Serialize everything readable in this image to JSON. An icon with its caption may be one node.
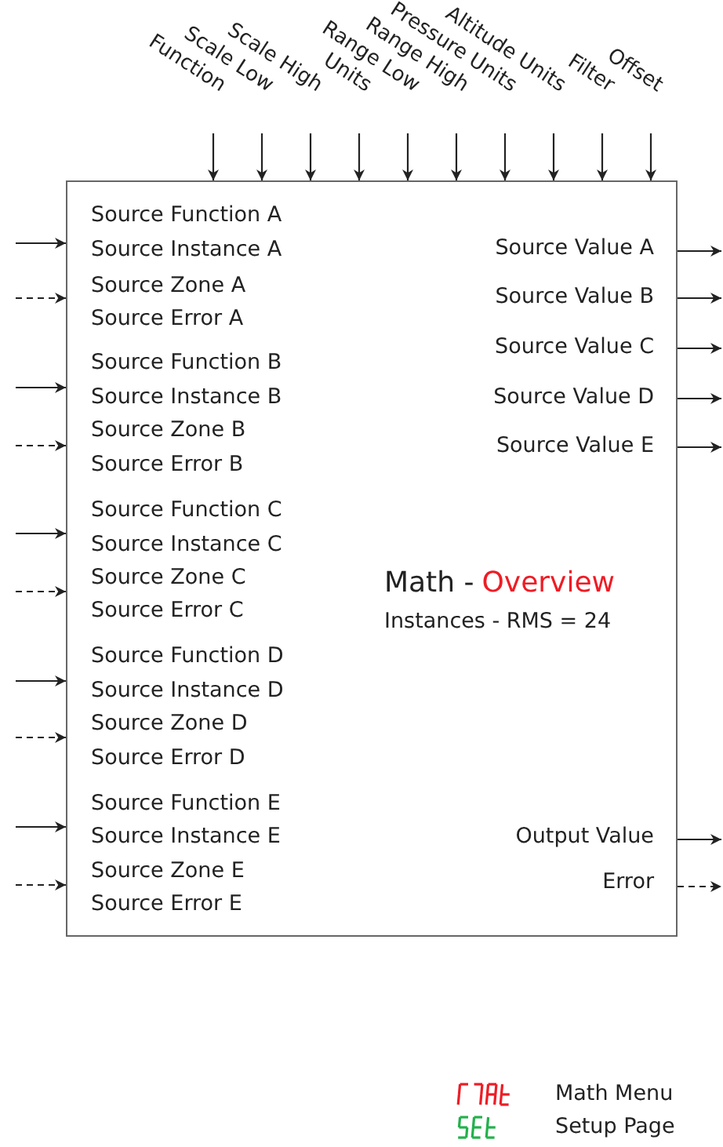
{
  "diagram": {
    "nodes": [
      {
        "text": [
          "Math -",
          "Overview",
          "Instances - RMS = 24"
        ]
      },
      {
        "text": [
          "Function"
        ]
      },
      {
        "text": [
          "Scale Low"
        ]
      },
      {
        "text": [
          "Scale High"
        ]
      },
      {
        "text": [
          "Units"
        ]
      },
      {
        "text": [
          "Range Low"
        ]
      },
      {
        "text": [
          "Range High"
        ]
      },
      {
        "text": [
          "Pressure Units"
        ]
      },
      {
        "text": [
          "Altitude Units"
        ]
      },
      {
        "text": [
          "Filter"
        ]
      },
      {
        "text": [
          "Offset"
        ]
      }
    ],
    "edges": [
      {
        "from": 1,
        "to": 0,
        "arrow": "to"
      },
      {
        "from": 2,
        "to": 0,
        "arrow": "to"
      },
      {
        "from": 3,
        "to": 0,
        "arrow": "to"
      },
      {
        "from": 4,
        "to": 0,
        "arrow": "to"
      },
      {
        "from": 5,
        "to": 0,
        "arrow": "to"
      },
      {
        "from": 6,
        "to": 0,
        "arrow": "to"
      },
      {
        "from": 7,
        "to": 0,
        "arrow": "to"
      },
      {
        "from": 8,
        "to": 0,
        "arrow": "to"
      },
      {
        "from": 9,
        "to": 0,
        "arrow": "to"
      },
      {
        "from": 10,
        "to": 0,
        "arrow": "to"
      },
      {
        "from": null,
        "to": 0,
        "arrow": "to"
      },
      {
        "from": null,
        "to": 0,
        "arrow": "to",
        "style": "dashed"
      },
      {
        "from": null,
        "to": 0,
        "arrow": "to"
      },
      {
        "from": null,
        "to": 0,
        "arrow": "to",
        "style": "dashed"
      },
      {
        "from": null,
        "to": 0,
        "arrow": "to"
      },
      {
        "from": null,
        "to": 0,
        "arrow": "to",
        "style": "dashed"
      },
      {
        "from": null,
        "to": 0,
        "arrow": "to"
      },
      {
        "from": null,
        "to": 0,
        "arrow": "to",
        "style": "dashed"
      },
      {
        "from": null,
        "to": 0,
        "arrow": "to"
      },
      {
        "from": null,
        "to": 0,
        "arrow": "to",
        "style": "dashed"
      },
      {
        "from": 0,
        "to": null,
        "arrow": "to"
      },
      {
        "from": 0,
        "to": null,
        "arrow": "to"
      },
      {
        "from": 0,
        "to": null,
        "arrow": "to"
      },
      {
        "from": 0,
        "to": null,
        "arrow": "to"
      },
      {
        "from": 0,
        "to": null,
        "arrow": "to"
      },
      {
        "from": 0,
        "to": null,
        "arrow": "to"
      },
      {
        "from": 0,
        "to": null,
        "arrow": "to",
        "style": "dashed"
      }
    ],
    "labels": [
      "Source Function A",
      "Source Instance A",
      "Source Zone A",
      "Source Error A",
      "Source Function B",
      "Source Instance B",
      "Source Zone B",
      "Source Error B",
      "Source Function C",
      "Source Instance C",
      "Source Zone C",
      "Source Error C",
      "Source Function D",
      "Source Instance D",
      "Source Zone D",
      "Source Error D",
      "Source Function E",
      "Source Instance E",
      "Source Zone E",
      "Source Error E",
      "Source Value A",
      "Source Value B",
      "Source Value C",
      "Source Value D",
      "Source Value E",
      "Output Value",
      "Error"
    ],
    "legend": [
      {
        "text": "Math Menu",
        "color": "#ee1c25"
      },
      {
        "text": "Setup Page",
        "color": "#22b14c"
      }
    ]
  }
}
